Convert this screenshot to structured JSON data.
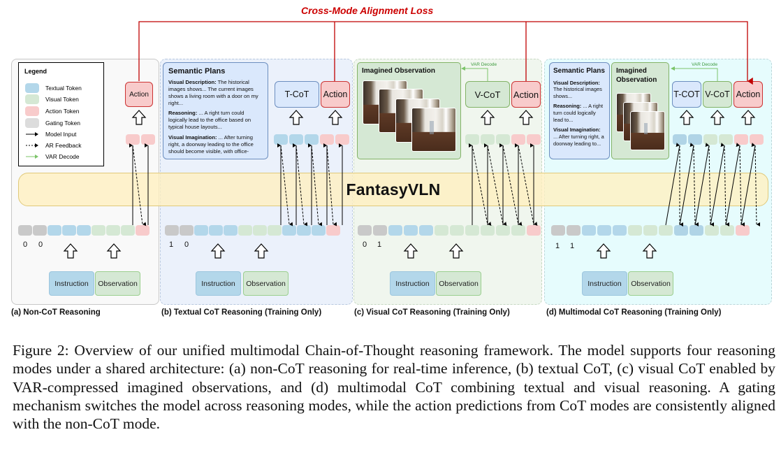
{
  "figure": {
    "loss_label": "Cross-Mode Alignment Loss",
    "model_name": "FantasyVLN",
    "legend": {
      "title": "Legend",
      "items": [
        {
          "label": "Textual Token",
          "kind": "swatch",
          "color": "#b3d7ea"
        },
        {
          "label": "Visual Token",
          "kind": "swatch",
          "color": "#d5e8d4"
        },
        {
          "label": "Action Token",
          "kind": "swatch",
          "color": "#f8cbcb"
        },
        {
          "label": "Gating Token",
          "kind": "swatch",
          "color": "#dcdcdc"
        },
        {
          "label": "Model Input",
          "kind": "solid-arrow",
          "color": "#000000"
        },
        {
          "label": "AR Feedback",
          "kind": "dashed-arrow",
          "color": "#000000"
        },
        {
          "label": "VAR Decode",
          "kind": "solid-arrow",
          "color": "#7cc46a"
        }
      ]
    },
    "inputs": {
      "instruction": "Instruction",
      "observation": "Observation"
    },
    "var_decode_label": "VAR Decode",
    "panels": [
      {
        "id": "a",
        "subcaption": "(a) Non-CoT Reasoning",
        "gating": [
          "0",
          "0"
        ],
        "outputs": [
          "Action"
        ]
      },
      {
        "id": "b",
        "subcaption": "(b) Textual CoT Reasoning (Training Only)",
        "gating": [
          "1",
          "0"
        ],
        "outputs": [
          "T-CoT",
          "Action"
        ],
        "semantic_plans": {
          "title": "Semantic Plans",
          "entries": [
            {
              "label": "Visual Description:",
              "text": " The historical images shows... The current images shows a living room with a door on my right..."
            },
            {
              "label": "Reasoning:",
              "text": " ... A right turn could logically lead to the office based on typical house layouts..."
            },
            {
              "label": "Visual Imagination:",
              "text": " ... After turning right, a doorway leading to the office should become visible, with office-"
            }
          ]
        }
      },
      {
        "id": "c",
        "subcaption": "(c) Visual CoT Reasoning (Training Only)",
        "gating": [
          "0",
          "1"
        ],
        "outputs": [
          "V-CoT",
          "Action"
        ],
        "imagined_observation": {
          "title": "Imagined Observation",
          "frames": 4
        }
      },
      {
        "id": "d",
        "subcaption": "(d) Multimodal CoT Reasoning (Training Only)",
        "gating": [
          "1",
          "1"
        ],
        "outputs": [
          "T-COT",
          "V-CoT",
          "Action"
        ],
        "semantic_plans": {
          "title": "Semantic Plans",
          "entries": [
            {
              "label": "Visual Description:",
              "text": " The historical images shows..."
            },
            {
              "label": "Reasoning:",
              "text": " ... A right turn could logically lead to..."
            },
            {
              "label": "Visual Imagination:",
              "text": " ... After turning right, a doorway leading to..."
            }
          ]
        },
        "imagined_observation": {
          "title": "Imagined Observation",
          "frames": 3
        }
      }
    ]
  },
  "caption": "Figure 2: Overview of our unified multimodal Chain-of-Thought reasoning framework. The model supports four reasoning modes under a shared architecture: (a) non-CoT reasoning for real-time inference, (b) textual CoT, (c) visual CoT enabled by VAR-compressed imagined observations, and (d) multimodal CoT combining textual and visual reasoning. A gating mechanism switches the model across reasoning modes, while the action predictions from CoT modes are consistently aligned with the non-CoT mode."
}
